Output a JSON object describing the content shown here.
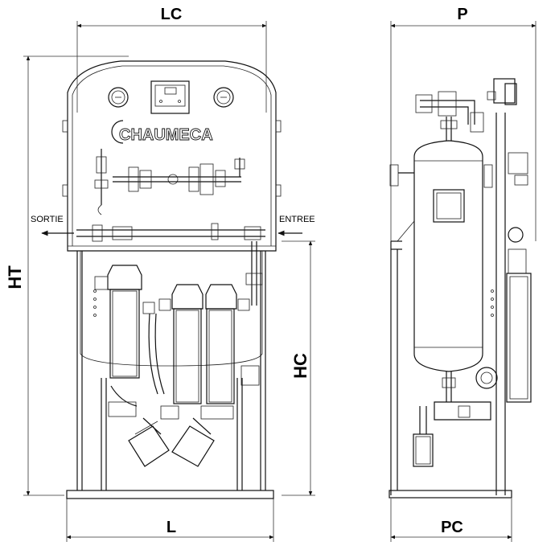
{
  "labels": {
    "lc": "LC",
    "p": "P",
    "ht": "HT",
    "hc": "HC",
    "l": "L",
    "pc": "PC",
    "sortie": "SORTIE",
    "entree": "ENTREE"
  },
  "brand": {
    "logo_text": "CHAUMECA"
  },
  "colors": {
    "line": "#111111",
    "background": "#ffffff"
  }
}
